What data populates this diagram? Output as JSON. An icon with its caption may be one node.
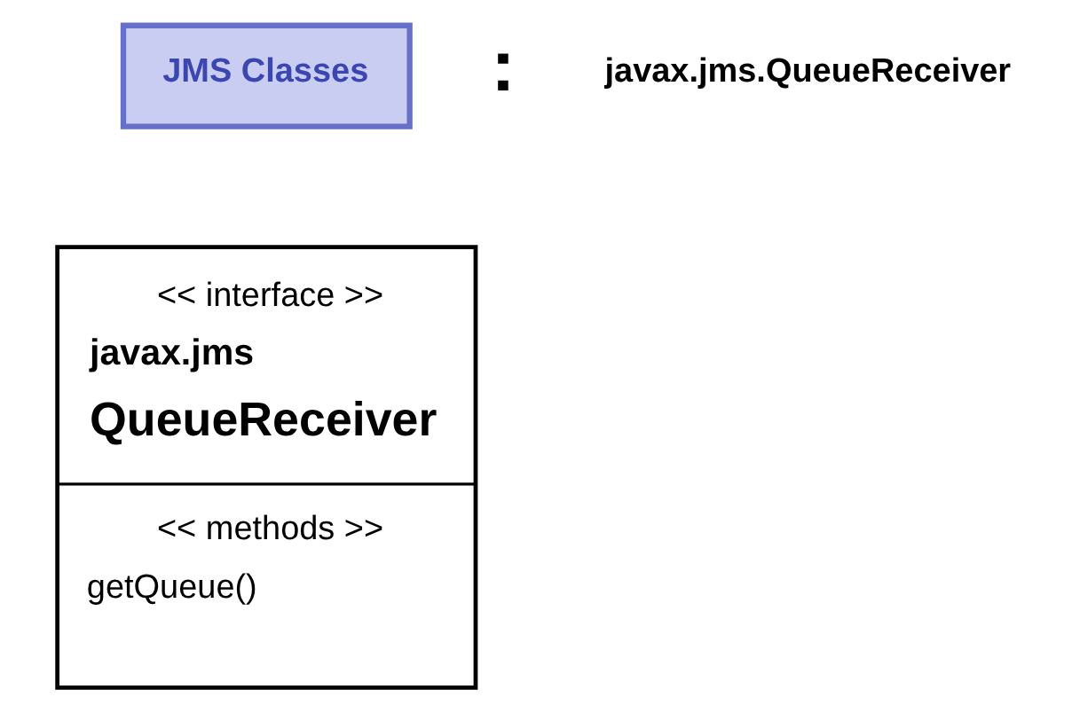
{
  "diagram": {
    "nodes": [
      {
        "text": [
          "JMS Classes"
        ]
      },
      {
        "text": [
          "<< interface >>",
          "javax.jms",
          "QueueReceiver",
          "<< methods >>",
          "getQueue()"
        ]
      }
    ],
    "edges": [],
    "labels": [
      ":",
      "javax.jms.QueueReceiver"
    ]
  }
}
